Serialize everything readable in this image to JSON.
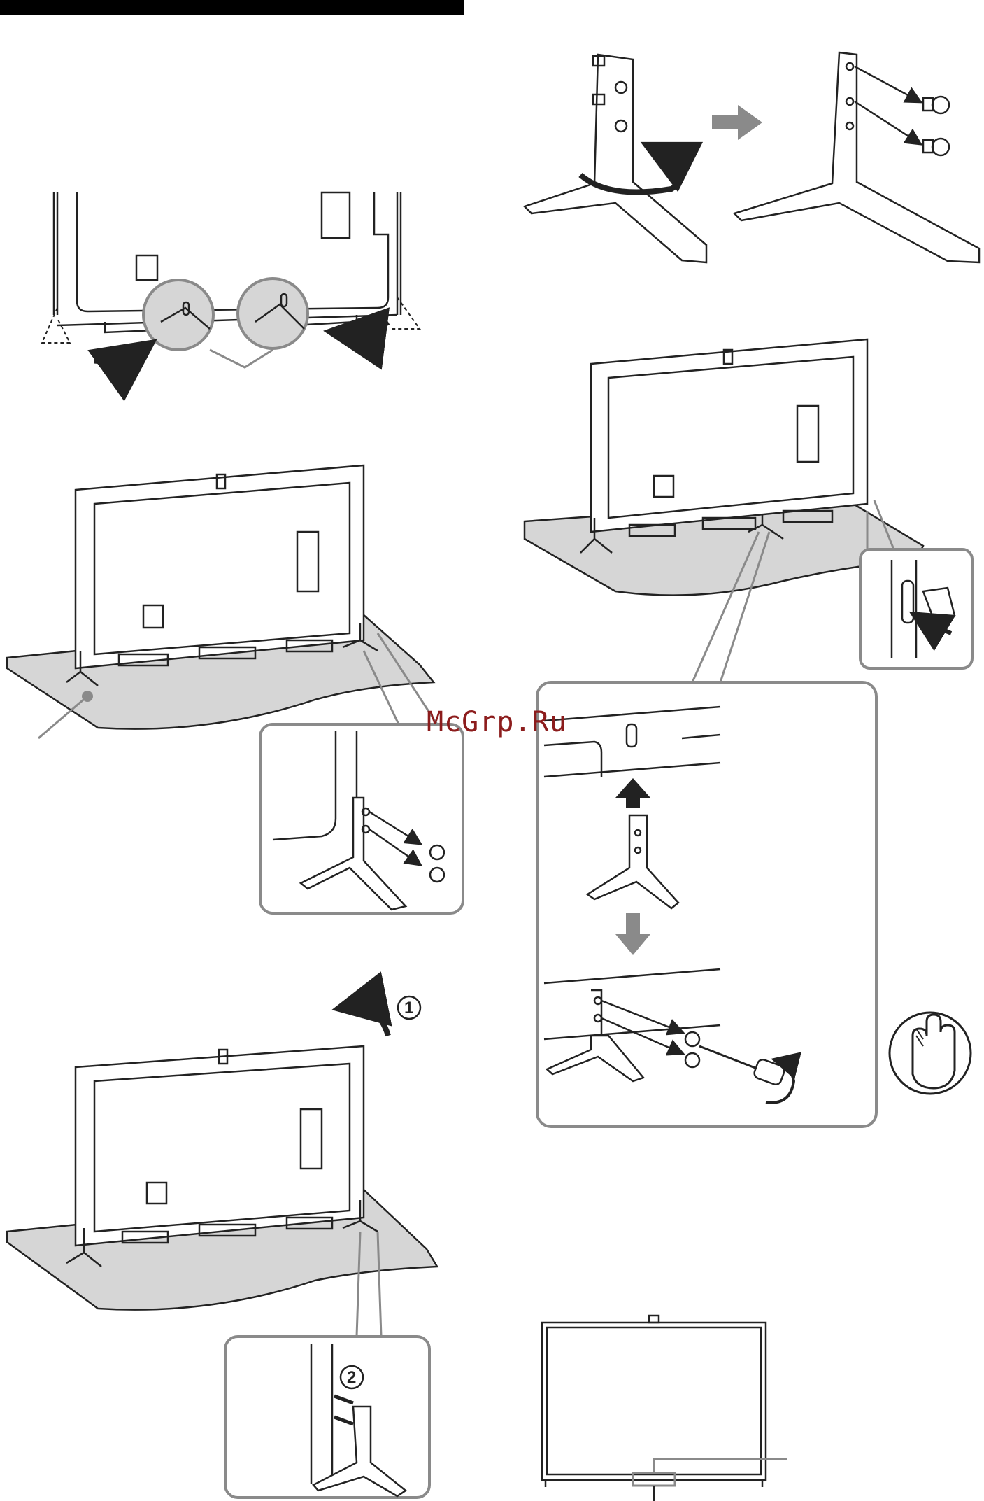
{
  "page": {
    "watermark": "McGrp.Ru"
  },
  "steps": {
    "tilt_marker": "1",
    "cover_marker": "2"
  },
  "icons": [
    "curved-arrow-icon",
    "rotate-arrow-icon",
    "screwdriver-icon",
    "hand-caution-icon",
    "screw-icon",
    "up-arrow-icon",
    "down-arrow-icon",
    "right-arrow-icon"
  ],
  "colors": {
    "line": "#222222",
    "callout": "#8a8a8a",
    "surface": "#d6d6d6",
    "watermark": "#8c1c1c",
    "header_bar": "#000000"
  }
}
